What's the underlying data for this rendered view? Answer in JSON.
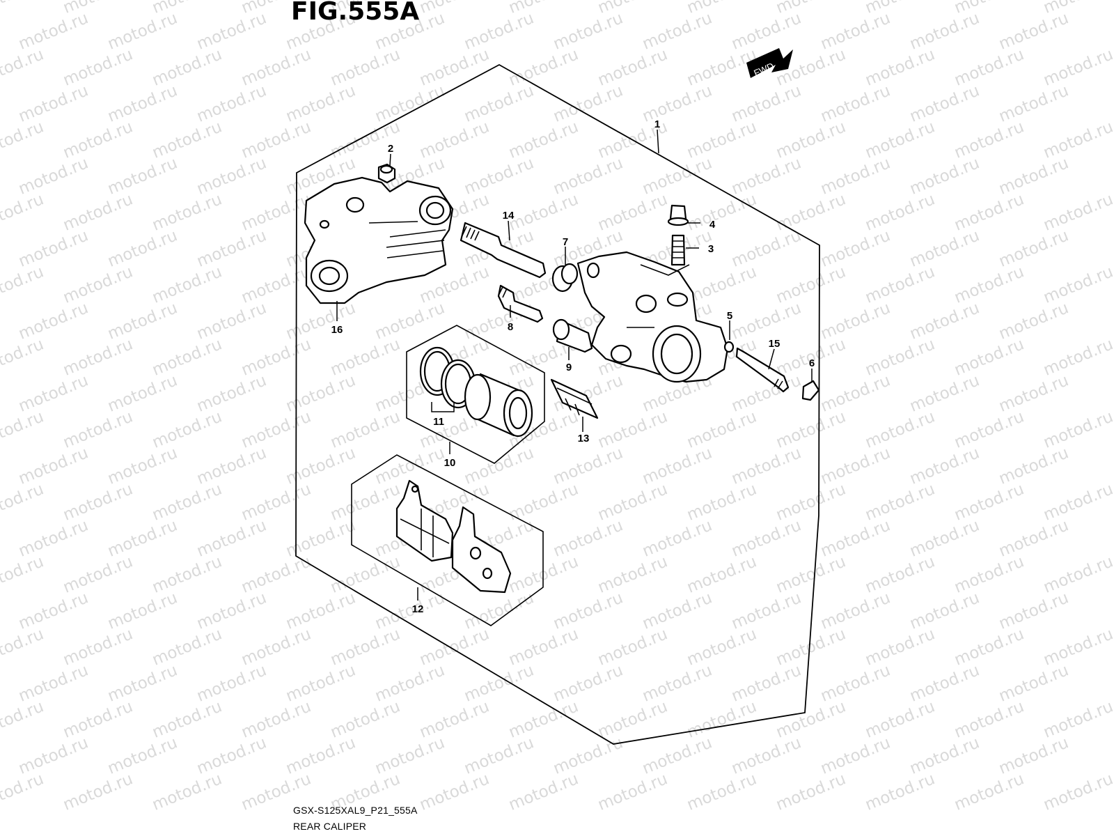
{
  "figure": {
    "title": "FIG.555A",
    "model_code": "GSX-S125XAL9_P21_555A",
    "section_name": "REAR CALIPER",
    "direction_label": "FWD",
    "watermark": "motod.ru"
  },
  "callouts": [
    "1",
    "2",
    "3",
    "4",
    "5",
    "6",
    "7",
    "8",
    "9",
    "10",
    "11",
    "12",
    "13",
    "14",
    "15",
    "16"
  ],
  "parts": [
    {
      "callout": "1",
      "icon": "caliper-assembly"
    },
    {
      "callout": "2",
      "icon": "nut"
    },
    {
      "callout": "3",
      "icon": "bleeder-valve"
    },
    {
      "callout": "4",
      "icon": "bleeder-cap"
    },
    {
      "callout": "5",
      "icon": "o-ring"
    },
    {
      "callout": "6",
      "icon": "plug"
    },
    {
      "callout": "7",
      "icon": "boot"
    },
    {
      "callout": "8",
      "icon": "pin"
    },
    {
      "callout": "9",
      "icon": "boot"
    },
    {
      "callout": "10",
      "icon": "piston-set"
    },
    {
      "callout": "11",
      "icon": "seal-set"
    },
    {
      "callout": "12",
      "icon": "brake-pad-set"
    },
    {
      "callout": "13",
      "icon": "pad-spring"
    },
    {
      "callout": "14",
      "icon": "slide-pin"
    },
    {
      "callout": "15",
      "icon": "pad-pin"
    },
    {
      "callout": "16",
      "icon": "caliper-bracket"
    }
  ]
}
